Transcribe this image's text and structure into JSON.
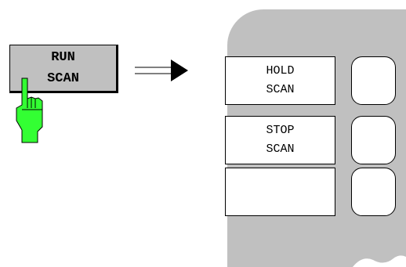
{
  "run_key": {
    "line1": "RUN",
    "line2": "SCAN"
  },
  "softkeys": [
    {
      "line1": "HOLD",
      "line2": "SCAN"
    },
    {
      "line1": "STOP",
      "line2": "SCAN"
    },
    {
      "line1": "",
      "line2": ""
    }
  ],
  "icons": {
    "pointer": "pointing-hand-icon",
    "arrow": "right-arrow-icon"
  },
  "colors": {
    "key_gray": "#c0c0c0",
    "hand_green": "#33ff33",
    "panel_gray": "#c0c0c0"
  }
}
